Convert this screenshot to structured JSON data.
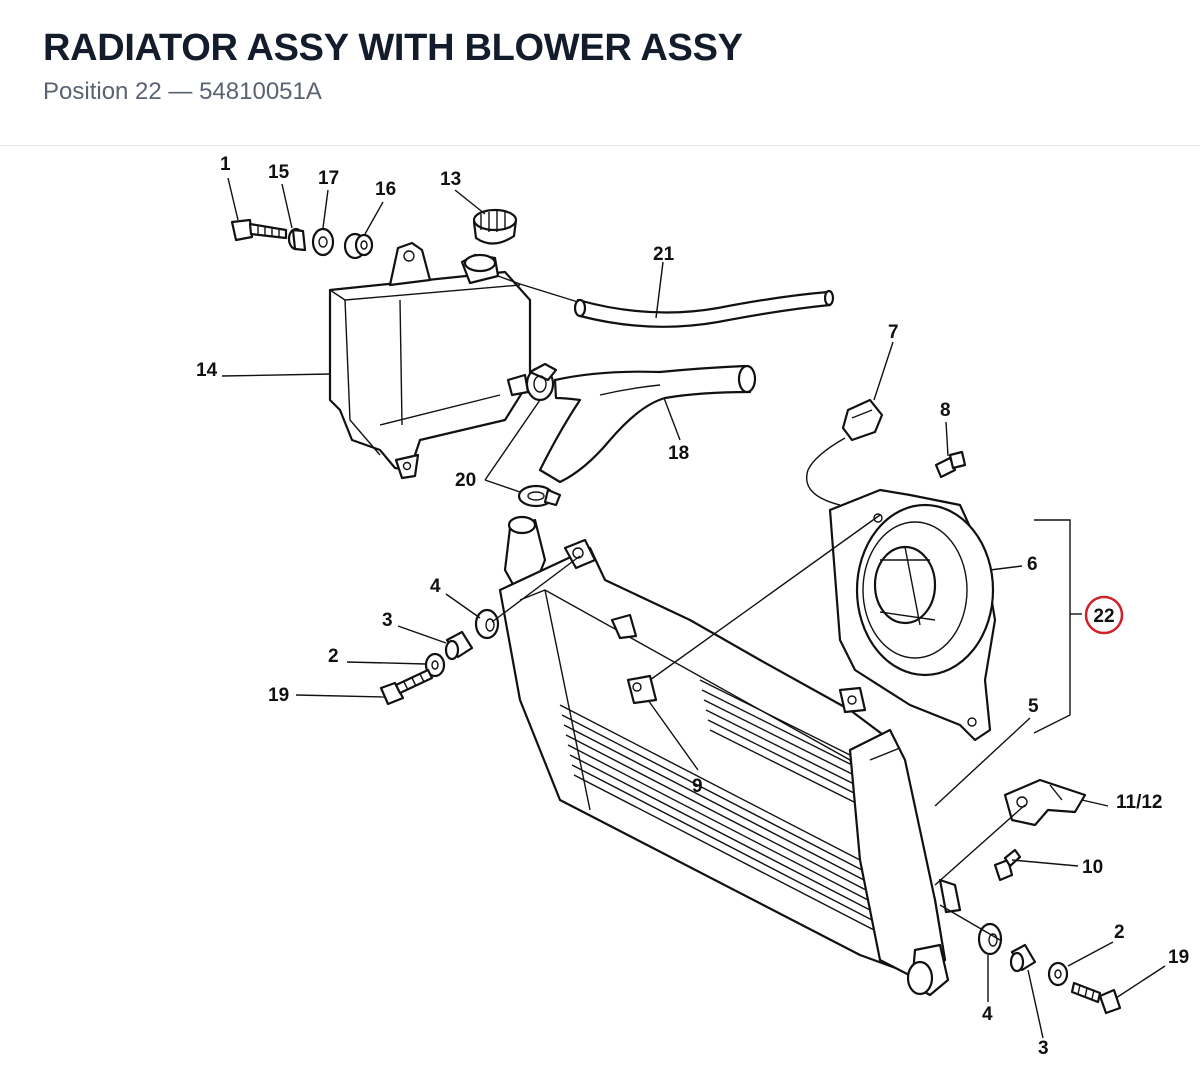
{
  "header": {
    "title": "RADIATOR ASSY WITH BLOWER ASSY",
    "subtitle": "Position 22 — 54810051A"
  },
  "highlight": {
    "label": "22",
    "color": "#d0202a"
  },
  "callouts": {
    "c1": "1",
    "c15": "15",
    "c17": "17",
    "c16": "16",
    "c13": "13",
    "c21": "21",
    "c14": "14",
    "c7": "7",
    "c8": "8",
    "c18": "18",
    "c20": "20",
    "c6": "6",
    "c4a": "4",
    "c3a": "3",
    "c2a": "2",
    "c19a": "19",
    "c9": "9",
    "c5": "5",
    "c11_12": "11/12",
    "c10": "10",
    "c2b": "2",
    "c19b": "19",
    "c4b": "4",
    "c3b": "3"
  }
}
